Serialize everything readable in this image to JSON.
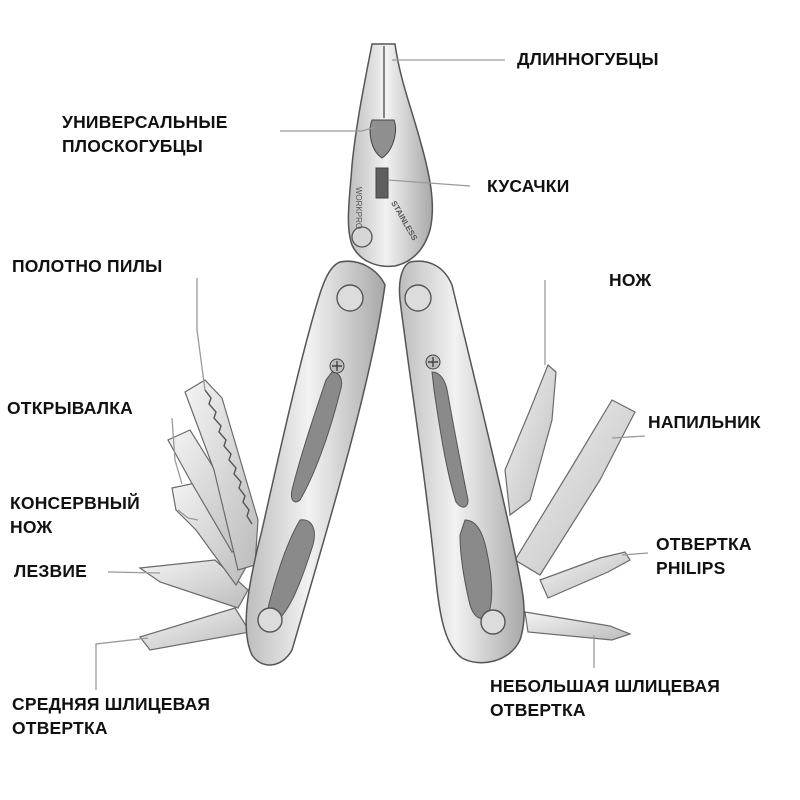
{
  "labels": {
    "long_nose_pliers": "ДЛИННОГУБЦЫ",
    "universal_pliers_1": "УНИВЕРСАЛЬНЫЕ",
    "universal_pliers_2": "ПЛОСКОГУБЦЫ",
    "wire_cutters": "КУСАЧКИ",
    "saw_blade": "ПОЛОТНО ПИЛЫ",
    "knife": "НОЖ",
    "bottle_opener": "ОТКРЫВАЛКА",
    "file": "НАПИЛЬНИК",
    "can_opener_1": "КОНСЕРВНЫЙ",
    "can_opener_2": "НОЖ",
    "phillips_1": "ОТВЕРТКА",
    "phillips_2": "PHILIPS",
    "blade": "ЛЕЗВИЕ",
    "medium_slot_1": "СРЕДНЯЯ ШЛИЦЕВАЯ",
    "medium_slot_2": "ОТВЕРТКА",
    "small_slot_1": "НЕБОЛЬШАЯ ШЛИЦЕВАЯ",
    "small_slot_2": "ОТВЕРТКА"
  },
  "engravings": {
    "brand": "WORKPRO",
    "material": "STAINLESS"
  },
  "colors": {
    "text": "#111111",
    "leader": "#9a9a9a",
    "metal_light": "#e9e9e9",
    "metal_mid": "#c4c4c4",
    "metal_dark": "#7d7d7d",
    "outline": "#555555"
  }
}
